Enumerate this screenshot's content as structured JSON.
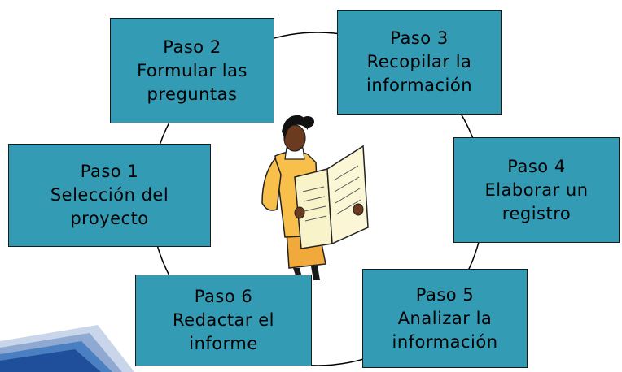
{
  "steps": [
    {
      "id": "paso-1",
      "lines": [
        "Paso 1",
        "Selección del",
        "proyecto"
      ]
    },
    {
      "id": "paso-2",
      "lines": [
        "Paso 2",
        "Formular las",
        "preguntas"
      ]
    },
    {
      "id": "paso-3",
      "lines": [
        "Paso 3",
        "Recopilar la",
        "información"
      ]
    },
    {
      "id": "paso-4",
      "lines": [
        "Paso 4",
        "Elaborar un",
        "registro"
      ]
    },
    {
      "id": "paso-5",
      "lines": [
        "Paso 5",
        "Analizar la",
        "información"
      ]
    },
    {
      "id": "paso-6",
      "lines": [
        "Paso 6",
        "Redactar el",
        "informe"
      ]
    }
  ],
  "colors": {
    "box_fill": "#339bb3",
    "box_border": "#1a1a1a",
    "circle": "#000000",
    "arrow": "#4a7fc1"
  },
  "center_figure": "woman-reading-newspaper-clipart"
}
